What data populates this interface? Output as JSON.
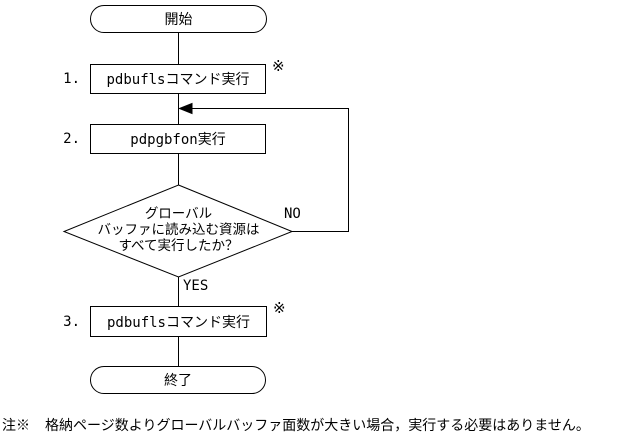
{
  "flowchart": {
    "start_label": "開始",
    "end_label": "終了",
    "steps": [
      {
        "number": "1.",
        "label": "pdbuflsコマンド実行",
        "marker": "※"
      },
      {
        "number": "2.",
        "label": "pdpgbfon実行"
      },
      {
        "number": "3.",
        "label": "pdbuflsコマンド実行",
        "marker": "※"
      }
    ],
    "decision": {
      "line1": "グローバル",
      "line2": "バッファに読み込む資源は",
      "line3": "すべて実行したか？",
      "no_label": "NO",
      "yes_label": "YES"
    }
  },
  "footnote": {
    "prefix": "注※",
    "text": "格納ページ数よりグローバルバッファ面数が大きい場合，実行する必要はありません。"
  },
  "colors": {
    "line": "#000000",
    "background": "#ffffff"
  }
}
